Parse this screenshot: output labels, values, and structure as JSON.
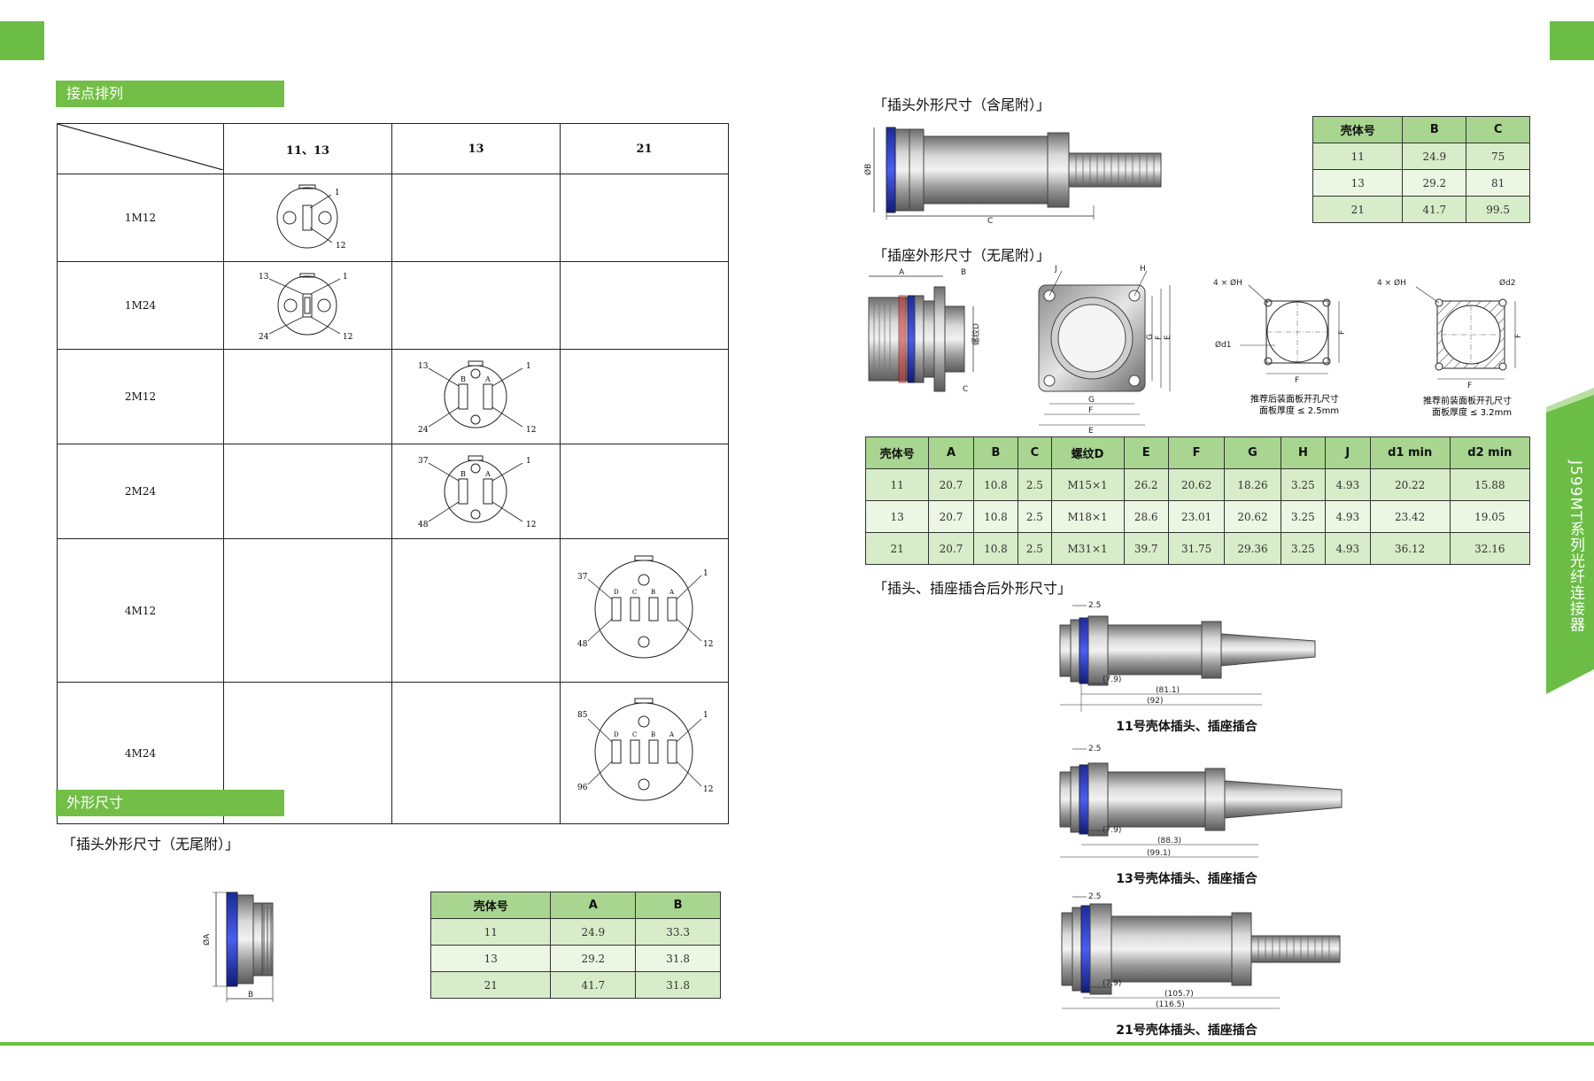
{
  "sections": {
    "contact_arrangement": "接点排列",
    "outline_dimensions": "外形尺寸"
  },
  "contact_table": {
    "headers": [
      "11、13",
      "13",
      "21"
    ],
    "rows": [
      "1M12",
      "1M24",
      "2M12",
      "2M24",
      "4M12",
      "4M24"
    ],
    "labels": {
      "r1": {
        "a": "1",
        "b": "12"
      },
      "r2": {
        "a": "13",
        "b": "1",
        "c": "24",
        "d": "12"
      },
      "r3": {
        "a": "13",
        "b": "1",
        "c": "24",
        "d": "12",
        "ca": "B",
        "cb": "A"
      },
      "r4": {
        "a": "37",
        "b": "1",
        "c": "48",
        "d": "12",
        "ca": "B",
        "cb": "A"
      },
      "r5": {
        "a": "37",
        "b": "1",
        "c": "48",
        "d": "12",
        "ca": "D",
        "cb": "C",
        "cc": "B",
        "cd": "A"
      },
      "r6": {
        "a": "85",
        "b": "1",
        "c": "96",
        "d": "12",
        "ca": "D",
        "cb": "C",
        "cc": "B",
        "cd": "A"
      }
    }
  },
  "plug_no_tail": {
    "title": "「插头外形尺寸（无尾附）」",
    "dim_a": "ØA",
    "dim_b": "B",
    "headers": [
      "壳体号",
      "A",
      "B"
    ],
    "rows": [
      [
        "11",
        "24.9",
        "33.3"
      ],
      [
        "13",
        "29.2",
        "31.8"
      ],
      [
        "21",
        "41.7",
        "31.8"
      ]
    ]
  },
  "plug_with_tail": {
    "title": "「插头外形尺寸（含尾附）」",
    "dim_b": "ØB",
    "dim_c": "C",
    "headers": [
      "壳体号",
      "B",
      "C"
    ],
    "rows": [
      [
        "11",
        "24.9",
        "75"
      ],
      [
        "13",
        "29.2",
        "81"
      ],
      [
        "21",
        "41.7",
        "99.5"
      ]
    ]
  },
  "receptacle": {
    "title": "「插座外形尺寸（无尾附）」",
    "labels": {
      "a": "A",
      "b": "B",
      "c": "C",
      "thread": "螺纹D",
      "j": "J",
      "h": "H",
      "g": "G",
      "f": "F",
      "e": "E",
      "hole1": "4 × ØH",
      "hole2": "4 × ØH",
      "d1": "Ød1",
      "d2": "Ød2",
      "rear_note1": "推荐后装面板开孔尺寸",
      "rear_note2": "面板厚度 ≤ 2.5mm",
      "front_note1": "推荐前装面板开孔尺寸",
      "front_note2": "面板厚度 ≤ 3.2mm"
    },
    "headers": [
      "壳体号",
      "A",
      "B",
      "C",
      "螺纹D",
      "E",
      "F",
      "G",
      "H",
      "J",
      "d1 min",
      "d2 min"
    ],
    "rows": [
      [
        "11",
        "20.7",
        "10.8",
        "2.5",
        "M15×1",
        "26.2",
        "20.62",
        "18.26",
        "3.25",
        "4.93",
        "20.22",
        "15.88"
      ],
      [
        "13",
        "20.7",
        "10.8",
        "2.5",
        "M18×1",
        "28.6",
        "23.01",
        "20.62",
        "3.25",
        "4.93",
        "23.42",
        "19.05"
      ],
      [
        "21",
        "20.7",
        "10.8",
        "2.5",
        "M31×1",
        "39.7",
        "31.75",
        "29.36",
        "3.25",
        "4.93",
        "36.12",
        "32.16"
      ]
    ]
  },
  "mated": {
    "title": "「插头、插座插合后外形尺寸」",
    "items": [
      {
        "caption": "11号壳体插头、插座插合",
        "d1": "2.5",
        "d2": "(7.9)",
        "d3": "(81.1)",
        "d4": "(92)"
      },
      {
        "caption": "13号壳体插头、插座插合",
        "d1": "2.5",
        "d2": "(7.9)",
        "d3": "(88.3)",
        "d4": "(99.1)"
      },
      {
        "caption": "21号壳体插头、插座插合",
        "d1": "2.5",
        "d2": "(7.9)",
        "d3": "(105.7)",
        "d4": "(116.5)"
      }
    ]
  },
  "side_tab": "J599MT系列光纤连接器",
  "colors": {
    "accent": "#6cbd45",
    "table_header": "#a8d58f",
    "table_cell": "#d7ecc8"
  }
}
